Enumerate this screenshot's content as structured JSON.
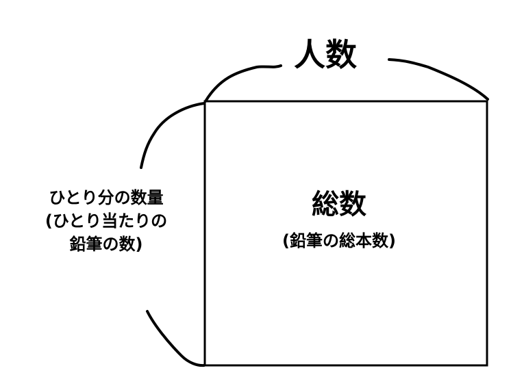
{
  "diagram": {
    "top_label": "人数",
    "center": {
      "title": "総数",
      "subtitle": "(鉛筆の総本数)"
    },
    "side_label": {
      "lines": [
        "ひとり分の数量",
        "(ひとり当たりの",
        "鉛筆の数)"
      ]
    },
    "colors": {
      "stroke": "#000000",
      "background": "#ffffff"
    }
  }
}
